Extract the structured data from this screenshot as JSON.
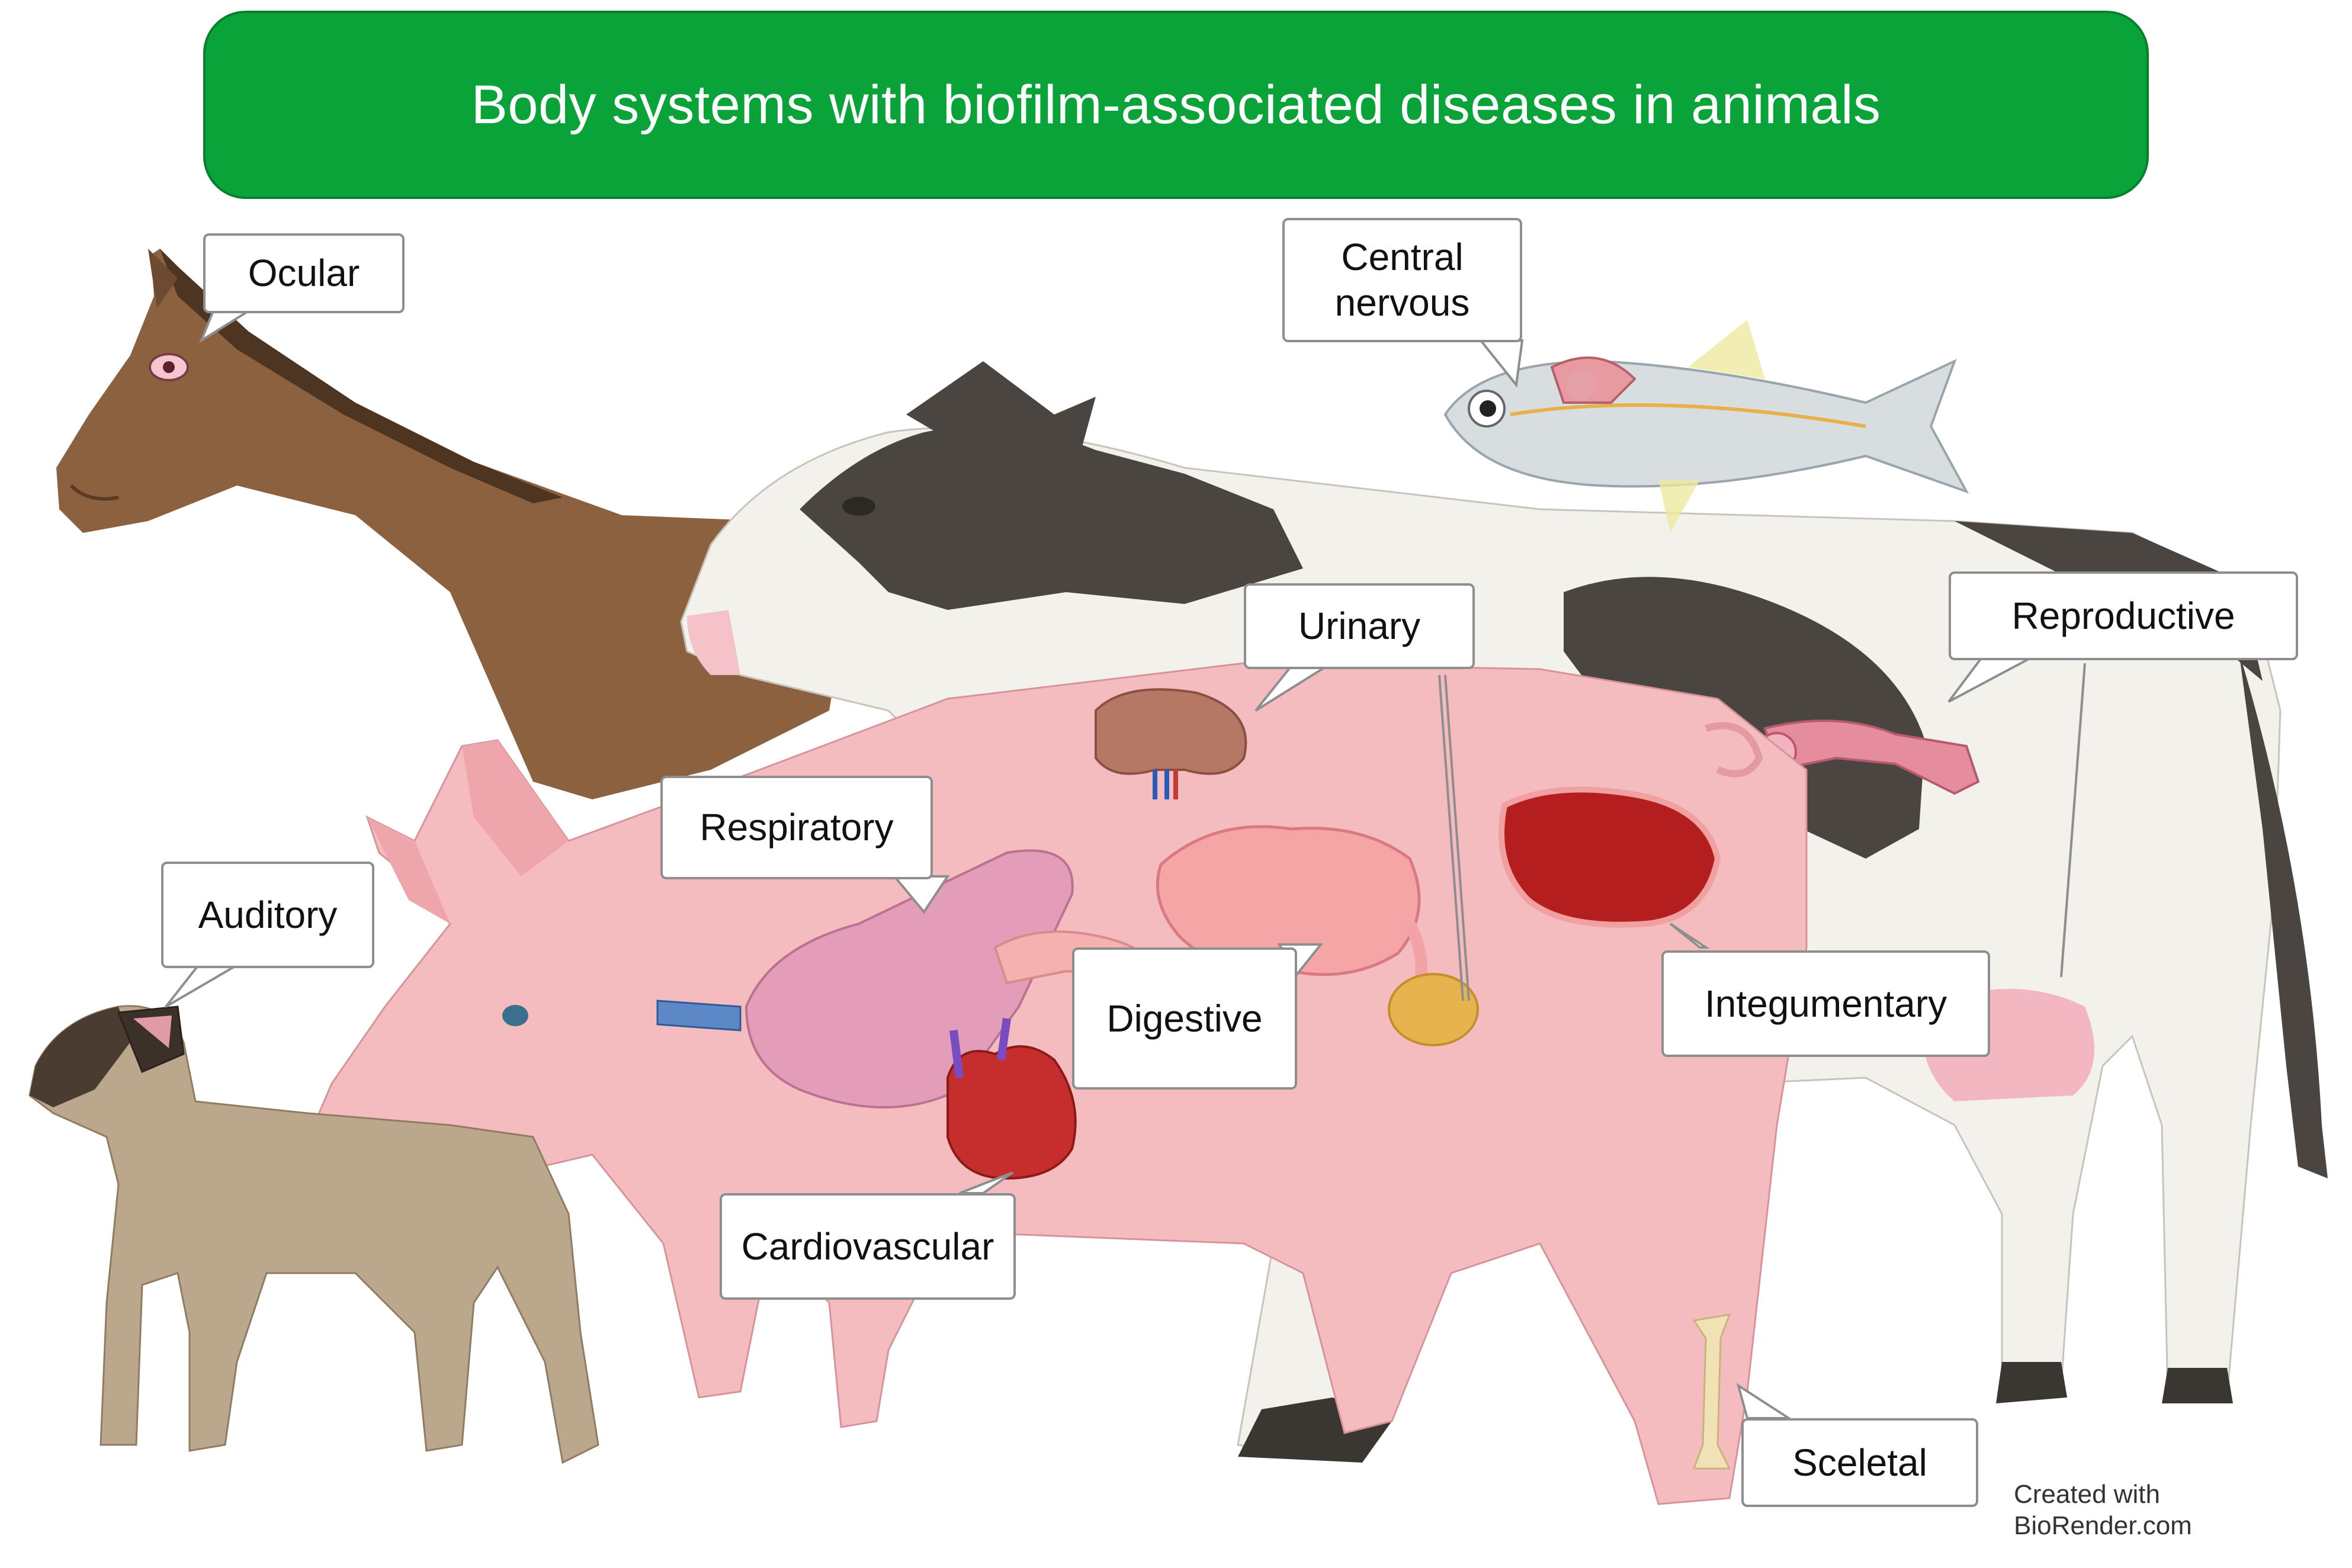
{
  "title": "Body systems with biofilm-associated diseases in animals",
  "labels": {
    "ocular": "Ocular",
    "central_nervous": "Central\nnervous",
    "urinary": "Urinary",
    "reproductive": "Reproductive",
    "respiratory": "Respiratory",
    "auditory": "Auditory",
    "digestive": "Digestive",
    "integumentary": "Integumentary",
    "cardiovascular": "Cardiovascular",
    "sceletal": "Sceletal"
  },
  "credit": "Created with\nBioRender.com",
  "colors": {
    "banner": "#09a33a",
    "horse": "#8b6140",
    "cow_white": "#f3f1ec",
    "cow_patch": "#4a4540",
    "pig": "#f5bcc0",
    "dog": "#bba78c",
    "fish": "#d8dde0"
  },
  "animals": [
    "horse-icon",
    "cow-icon",
    "fish-icon",
    "pig-icon",
    "dog-icon"
  ],
  "organs": [
    "eye-icon",
    "brain-icon",
    "kidney-icon",
    "lung-icon",
    "intestine-icon",
    "heart-icon",
    "skin-lesion-icon",
    "bone-icon",
    "uterus-icon",
    "ear-icon",
    "bladder-icon"
  ]
}
